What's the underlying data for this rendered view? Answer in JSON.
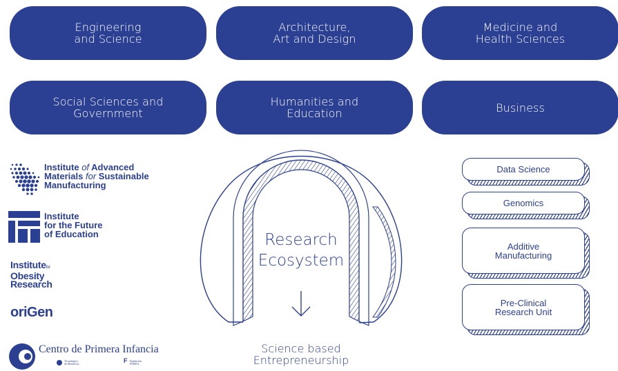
{
  "colors": {
    "primary": "#2b3f93",
    "background": "#ffffff"
  },
  "schools": [
    "Engineering\nand Science",
    "Architecture,\nArt and Design",
    "Medicine and\nHealth Sciences",
    "Social Sciences and\nGovernment",
    "Humanities and\nEducation",
    "Business"
  ],
  "institutes": {
    "iamsm": {
      "line1": "Institute",
      "line1_italic": "of",
      "line1_rest": "Advanced",
      "line2": "Materials",
      "line2_italic": "for",
      "line2_rest": "Sustainable",
      "line3": "Manufacturing"
    },
    "ife": {
      "line1": "Institute",
      "line2": "for the Future",
      "line3": "of Education"
    },
    "obesity": {
      "line1": "Institute",
      "line1_small": "for",
      "line2": "Obesity",
      "line3": "Research"
    },
    "origen": {
      "name": "oriGen"
    },
    "cpi": {
      "name": "Centro de Primera Infancia",
      "sub1": "Tecnológico de Monterrey",
      "sub2": "Fundación FEMSA"
    }
  },
  "ecosystem": {
    "center_label": "Research\nEcosystem",
    "arrow_icon": "down-arrow-icon",
    "output_label": "Science based\nEntrepreneurship"
  },
  "units": [
    "Data Science",
    "Genomics",
    "Additive\nManufacturing",
    "Pre-Clinical\nResearch Unit"
  ]
}
